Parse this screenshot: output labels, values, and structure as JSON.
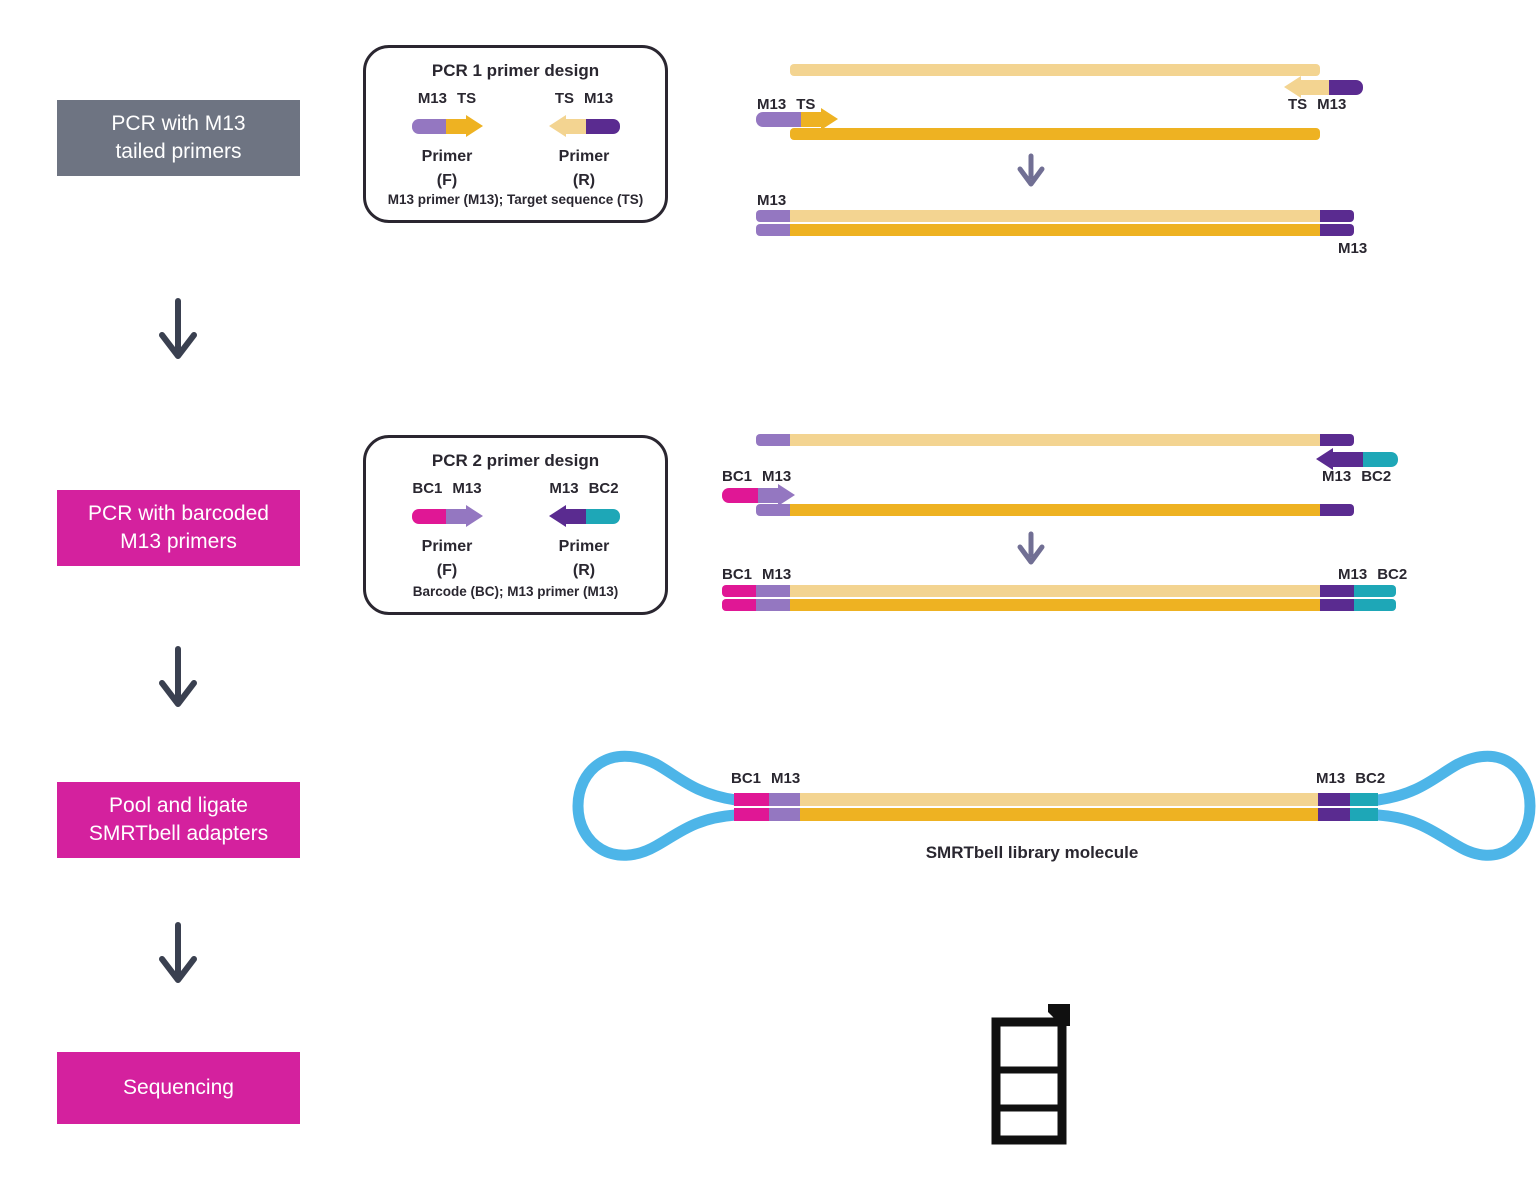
{
  "colors": {
    "step_gray": "#6e7482",
    "magenta": "#d4219e",
    "barcode_pink": "#e01795",
    "gold": "#eeb222",
    "cream": "#f3d491",
    "light_purple": "#9477c1",
    "dark_purple": "#5a2b90",
    "teal": "#1ea7b7",
    "adapter_blue": "#4db5e8",
    "flow_arrow": "#3a4050",
    "diagram_arrow": "#716f94",
    "text_dark": "#2a2730",
    "text_white": "#ffffff"
  },
  "labels": {
    "m13": "M13",
    "ts": "TS",
    "bc1": "BC1",
    "bc2": "BC2"
  },
  "workflow": {
    "step1": {
      "line1": "PCR with M13",
      "line2": "tailed primers"
    },
    "step2": {
      "line1": "PCR with barcoded",
      "line2": "M13 primers"
    },
    "step3": {
      "line1": "Pool and ligate",
      "line2": "SMRTbell adapters"
    },
    "step4": {
      "line1": "Sequencing"
    }
  },
  "pcr1_design": {
    "title": "PCR 1 primer design",
    "primer_word": "Primer",
    "forward_suffix": "(F)",
    "reverse_suffix": "(R)",
    "footnote": "M13 primer (M13); Target sequence (TS)"
  },
  "pcr2_design": {
    "title": "PCR 2 primer design",
    "primer_word": "Primer",
    "forward_suffix": "(F)",
    "reverse_suffix": "(R)",
    "footnote": "Barcode (BC); M13 primer (M13)"
  },
  "smrtbell": {
    "caption": "SMRTbell library molecule"
  }
}
